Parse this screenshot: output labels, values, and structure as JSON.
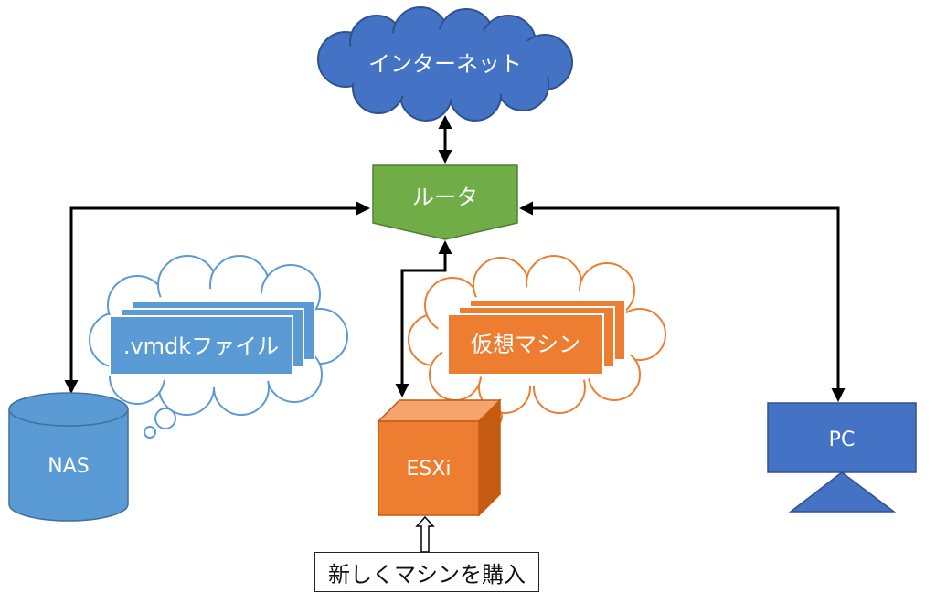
{
  "internet": {
    "label": "インターネット"
  },
  "router": {
    "label": "ルータ"
  },
  "nas": {
    "label": "NAS"
  },
  "vmdk_bubble": {
    "label": ".vmdkファイル"
  },
  "esxi": {
    "label": "ESXi"
  },
  "vm_bubble": {
    "label": "仮想マシン"
  },
  "pc": {
    "label": "PC"
  },
  "purchase_note": {
    "label": "新しくマシンを購入"
  },
  "colors": {
    "internet_fill": "#4472C4",
    "router_fill": "#70AD47",
    "nas_fill": "#5B9BD5",
    "esxi_fill": "#ED7D31",
    "pc_fill": "#4472C4",
    "connector": "#000000"
  }
}
